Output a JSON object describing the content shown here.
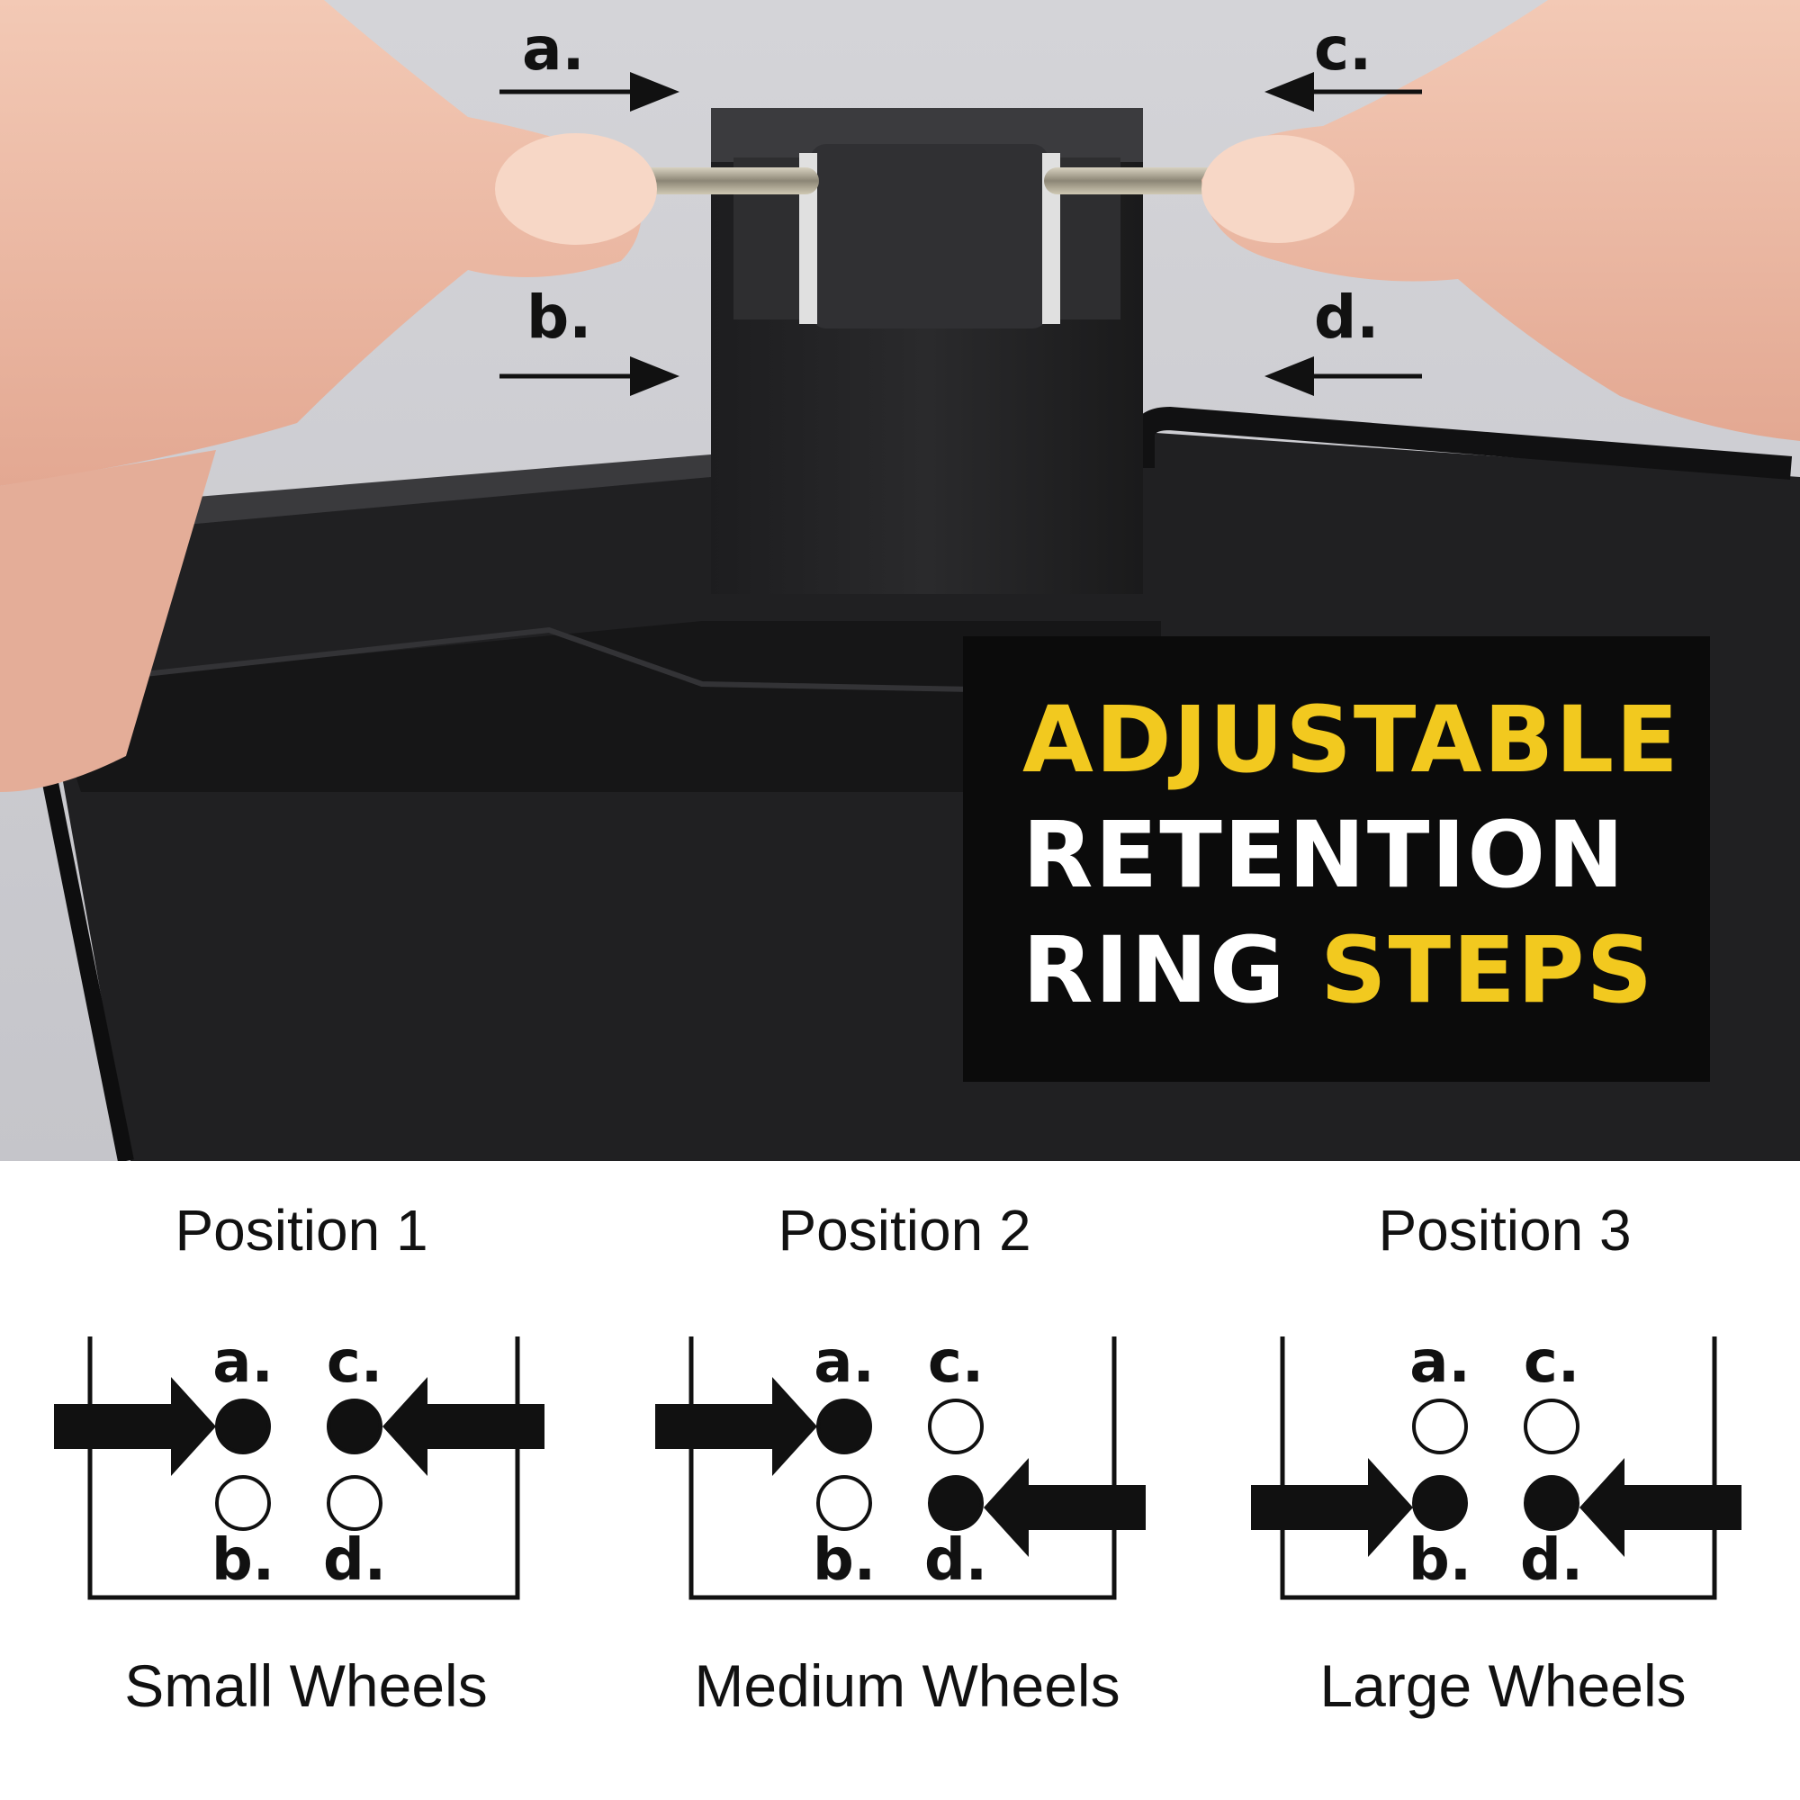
{
  "photo": {
    "labels": {
      "a": "a.",
      "b": "b.",
      "c": "c.",
      "d": "d."
    }
  },
  "banner": {
    "line1": "ADJUSTABLE",
    "line2": "RETENTION",
    "line3_white": "RING ",
    "line3_yellow": "STEPS",
    "colors": {
      "yellow": "#f2c91f",
      "white": "#ffffff",
      "background": "#0b0b0b"
    }
  },
  "positions": [
    {
      "title": "Position 1",
      "caption": "Small Wheels",
      "labels": {
        "a": "a.",
        "b": "b.",
        "c": "c.",
        "d": "d."
      },
      "filled": {
        "a": true,
        "b": false,
        "c": true,
        "d": false
      }
    },
    {
      "title": "Position 2",
      "caption": "Medium Wheels",
      "labels": {
        "a": "a.",
        "b": "b.",
        "c": "c.",
        "d": "d."
      },
      "filled": {
        "a": true,
        "b": false,
        "c": false,
        "d": true
      }
    },
    {
      "title": "Position 3",
      "caption": "Large Wheels",
      "labels": {
        "a": "a.",
        "b": "b.",
        "c": "c.",
        "d": "d."
      },
      "filled": {
        "a": false,
        "b": true,
        "c": false,
        "d": true
      }
    }
  ]
}
